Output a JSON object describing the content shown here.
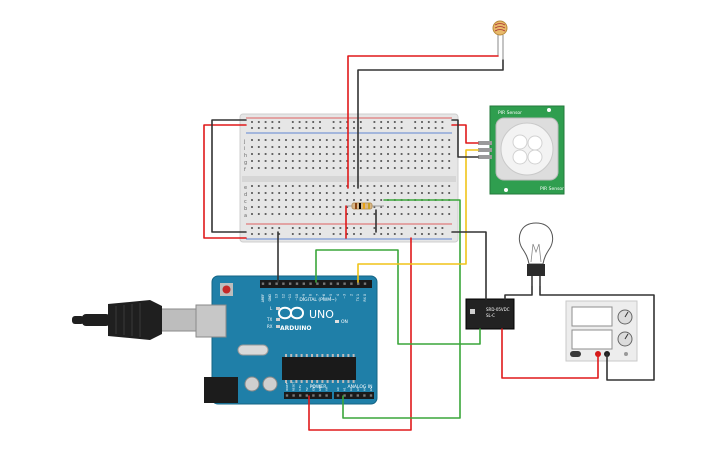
{
  "arduino": {
    "brand": "ARDUINO",
    "model": "UNO",
    "digital_label": "DIGITAL (PWM~)",
    "analog_label": "ANALOG IN",
    "power_label": "POWER",
    "on_label": "ON",
    "tx_label": "TX",
    "rx_label": "RX",
    "l_label": "L",
    "digital_pins": [
      "AREF",
      "GND",
      "13",
      "12",
      "~11",
      "~10",
      "~9",
      "8",
      "7",
      "~6",
      "~5",
      "4",
      "~3",
      "2",
      "TX 1",
      "RX 0"
    ],
    "power_pins": [
      "IOREF",
      "RESET",
      "3.3V",
      "5V",
      "GND",
      "GND",
      "Vin"
    ],
    "analog_pins": [
      "A0",
      "A1",
      "A2",
      "A3",
      "A4",
      "A5"
    ]
  },
  "pir_sensor": {
    "top_label": "PIR Sensor",
    "bottom_label": "PIR Sensor"
  },
  "relay": {
    "label_lines": [
      "SRD-05VDC",
      "SL-C"
    ]
  },
  "breadboard": {
    "row_letters_top": [
      "j",
      "i",
      "h",
      "g",
      "f"
    ],
    "row_letters_bottom": [
      "e",
      "d",
      "c",
      "b",
      "a"
    ]
  },
  "colors": {
    "wire_red": "#e0191a",
    "wire_black": "#333333",
    "wire_green": "#3aa63a",
    "wire_yellow": "#f0c419",
    "arduino_body": "#1f7fa8",
    "pir_board": "#2f9e4f",
    "breadboard": "#e8e8e8"
  }
}
